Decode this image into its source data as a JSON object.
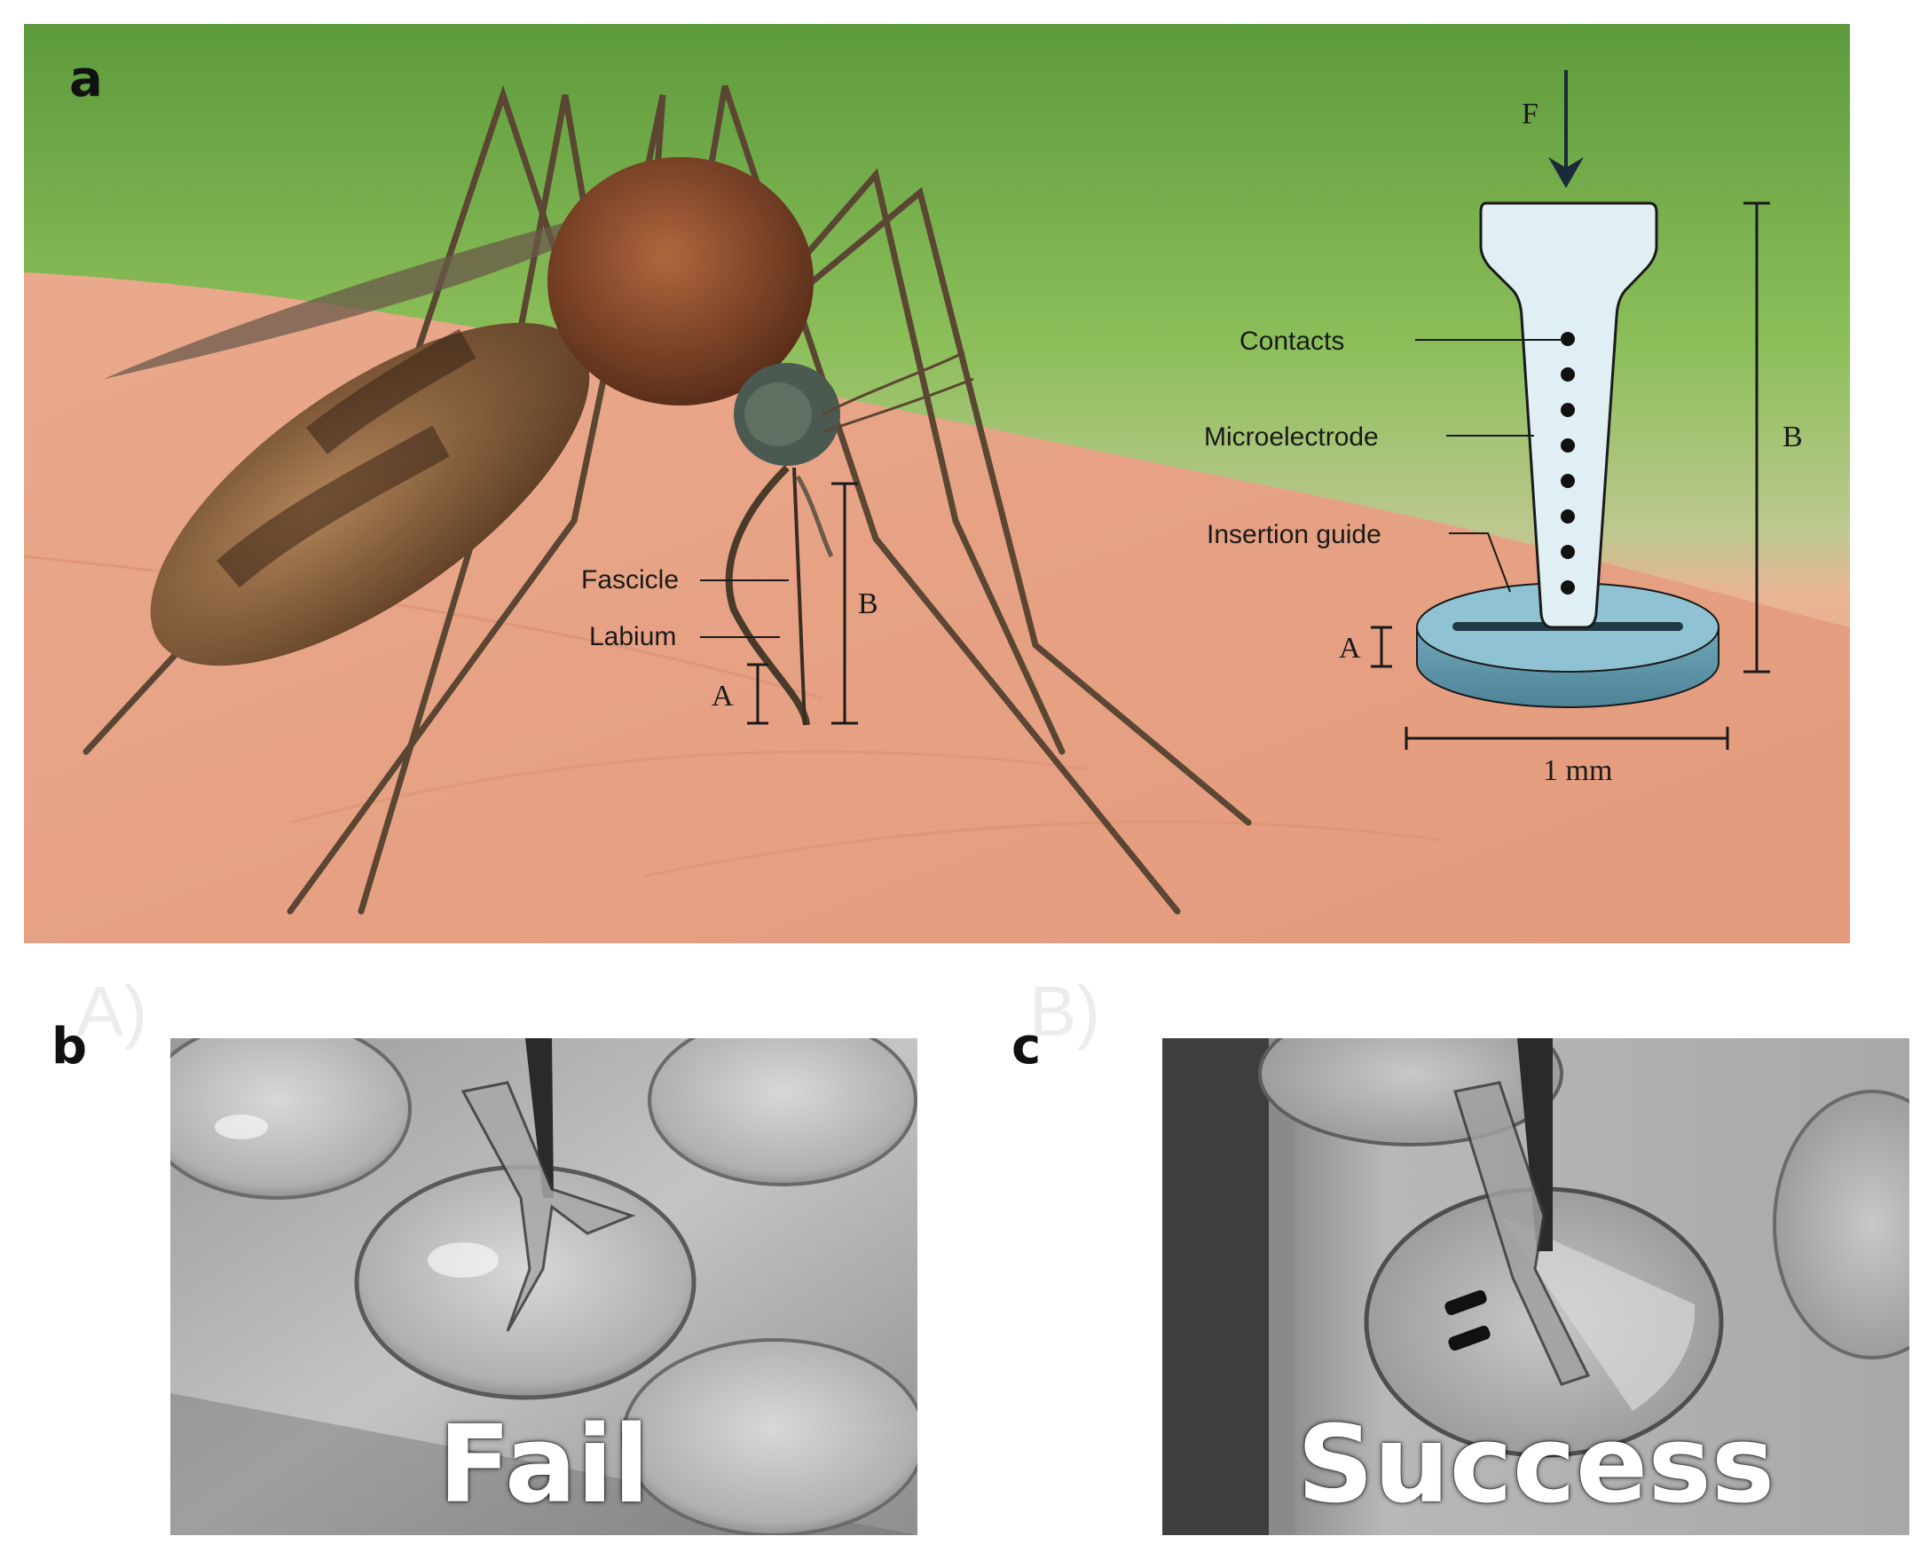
{
  "panels": {
    "a": {
      "letter": "a",
      "mosquito_labels": {
        "fascicle": "Fascicle",
        "labium": "Labium",
        "dim_a": "A",
        "dim_b": "B"
      },
      "device_labels": {
        "force": "F",
        "contacts": "Contacts",
        "microelectrode": "Microelectrode",
        "insertion_guide": "Insertion guide",
        "dim_a": "A",
        "dim_b": "B",
        "scale": "1 mm"
      },
      "colors": {
        "sky_green": "#8cbf5a",
        "skin": "#e9a78a",
        "electrode_fill": "#dfeff3",
        "guide_top": "#8fc3d3",
        "guide_side": "#5f97ab",
        "line": "#1a1a1a"
      }
    },
    "b": {
      "letter": "b",
      "ghost_letter": "A)",
      "outcome": "Fail"
    },
    "c": {
      "letter": "c",
      "ghost_letter": "B)",
      "outcome": "Success"
    }
  }
}
